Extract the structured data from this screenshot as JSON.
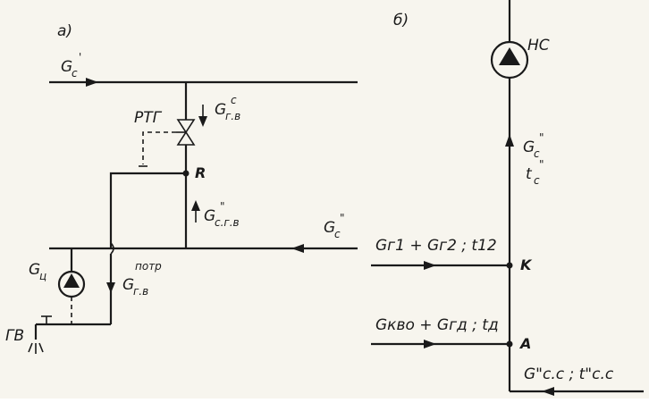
{
  "panels": {
    "a": {
      "tag": "а)"
    },
    "b": {
      "tag": "б)"
    }
  },
  "labels": {
    "gc_in_main": "G",
    "gc_in_sub": "c",
    "gc_in_prime": "'",
    "rtg": "РТГ",
    "ggv_c_main": "G",
    "ggv_c_sub": "г.в",
    "ggv_c_sup": "c",
    "node_r": "R",
    "gcgv_main": "G",
    "gcgv_sub": "c.г.в",
    "gcgv_sup": "\"",
    "gc_ret_main": "G",
    "gc_ret_sub": "c",
    "gc_ret_sup": "\"",
    "gc_pump_main": "G",
    "gc_pump_sub": "ц",
    "gpotr_main": "G",
    "gpotr_sub": "г.в",
    "gpotr_sup": "потр",
    "gv": "ГВ",
    "ns": "НС",
    "gc_up_main": "G",
    "gc_up_sub": "c",
    "gc_up_sup": "\"",
    "tc_up_main": "t",
    "tc_up_sub": "c",
    "tc_up_sup": "\"",
    "k_flow": "Gг1 + Gг2 ; t12",
    "node_k": "K",
    "a_flow": "Gкво + Gгд ; tд",
    "node_a": "A",
    "bottom_flow": "G\"c.c ; t\"c.c"
  },
  "icons": {
    "pump": "pump-icon",
    "valve": "valve-icon",
    "tap": "tap-icon"
  }
}
